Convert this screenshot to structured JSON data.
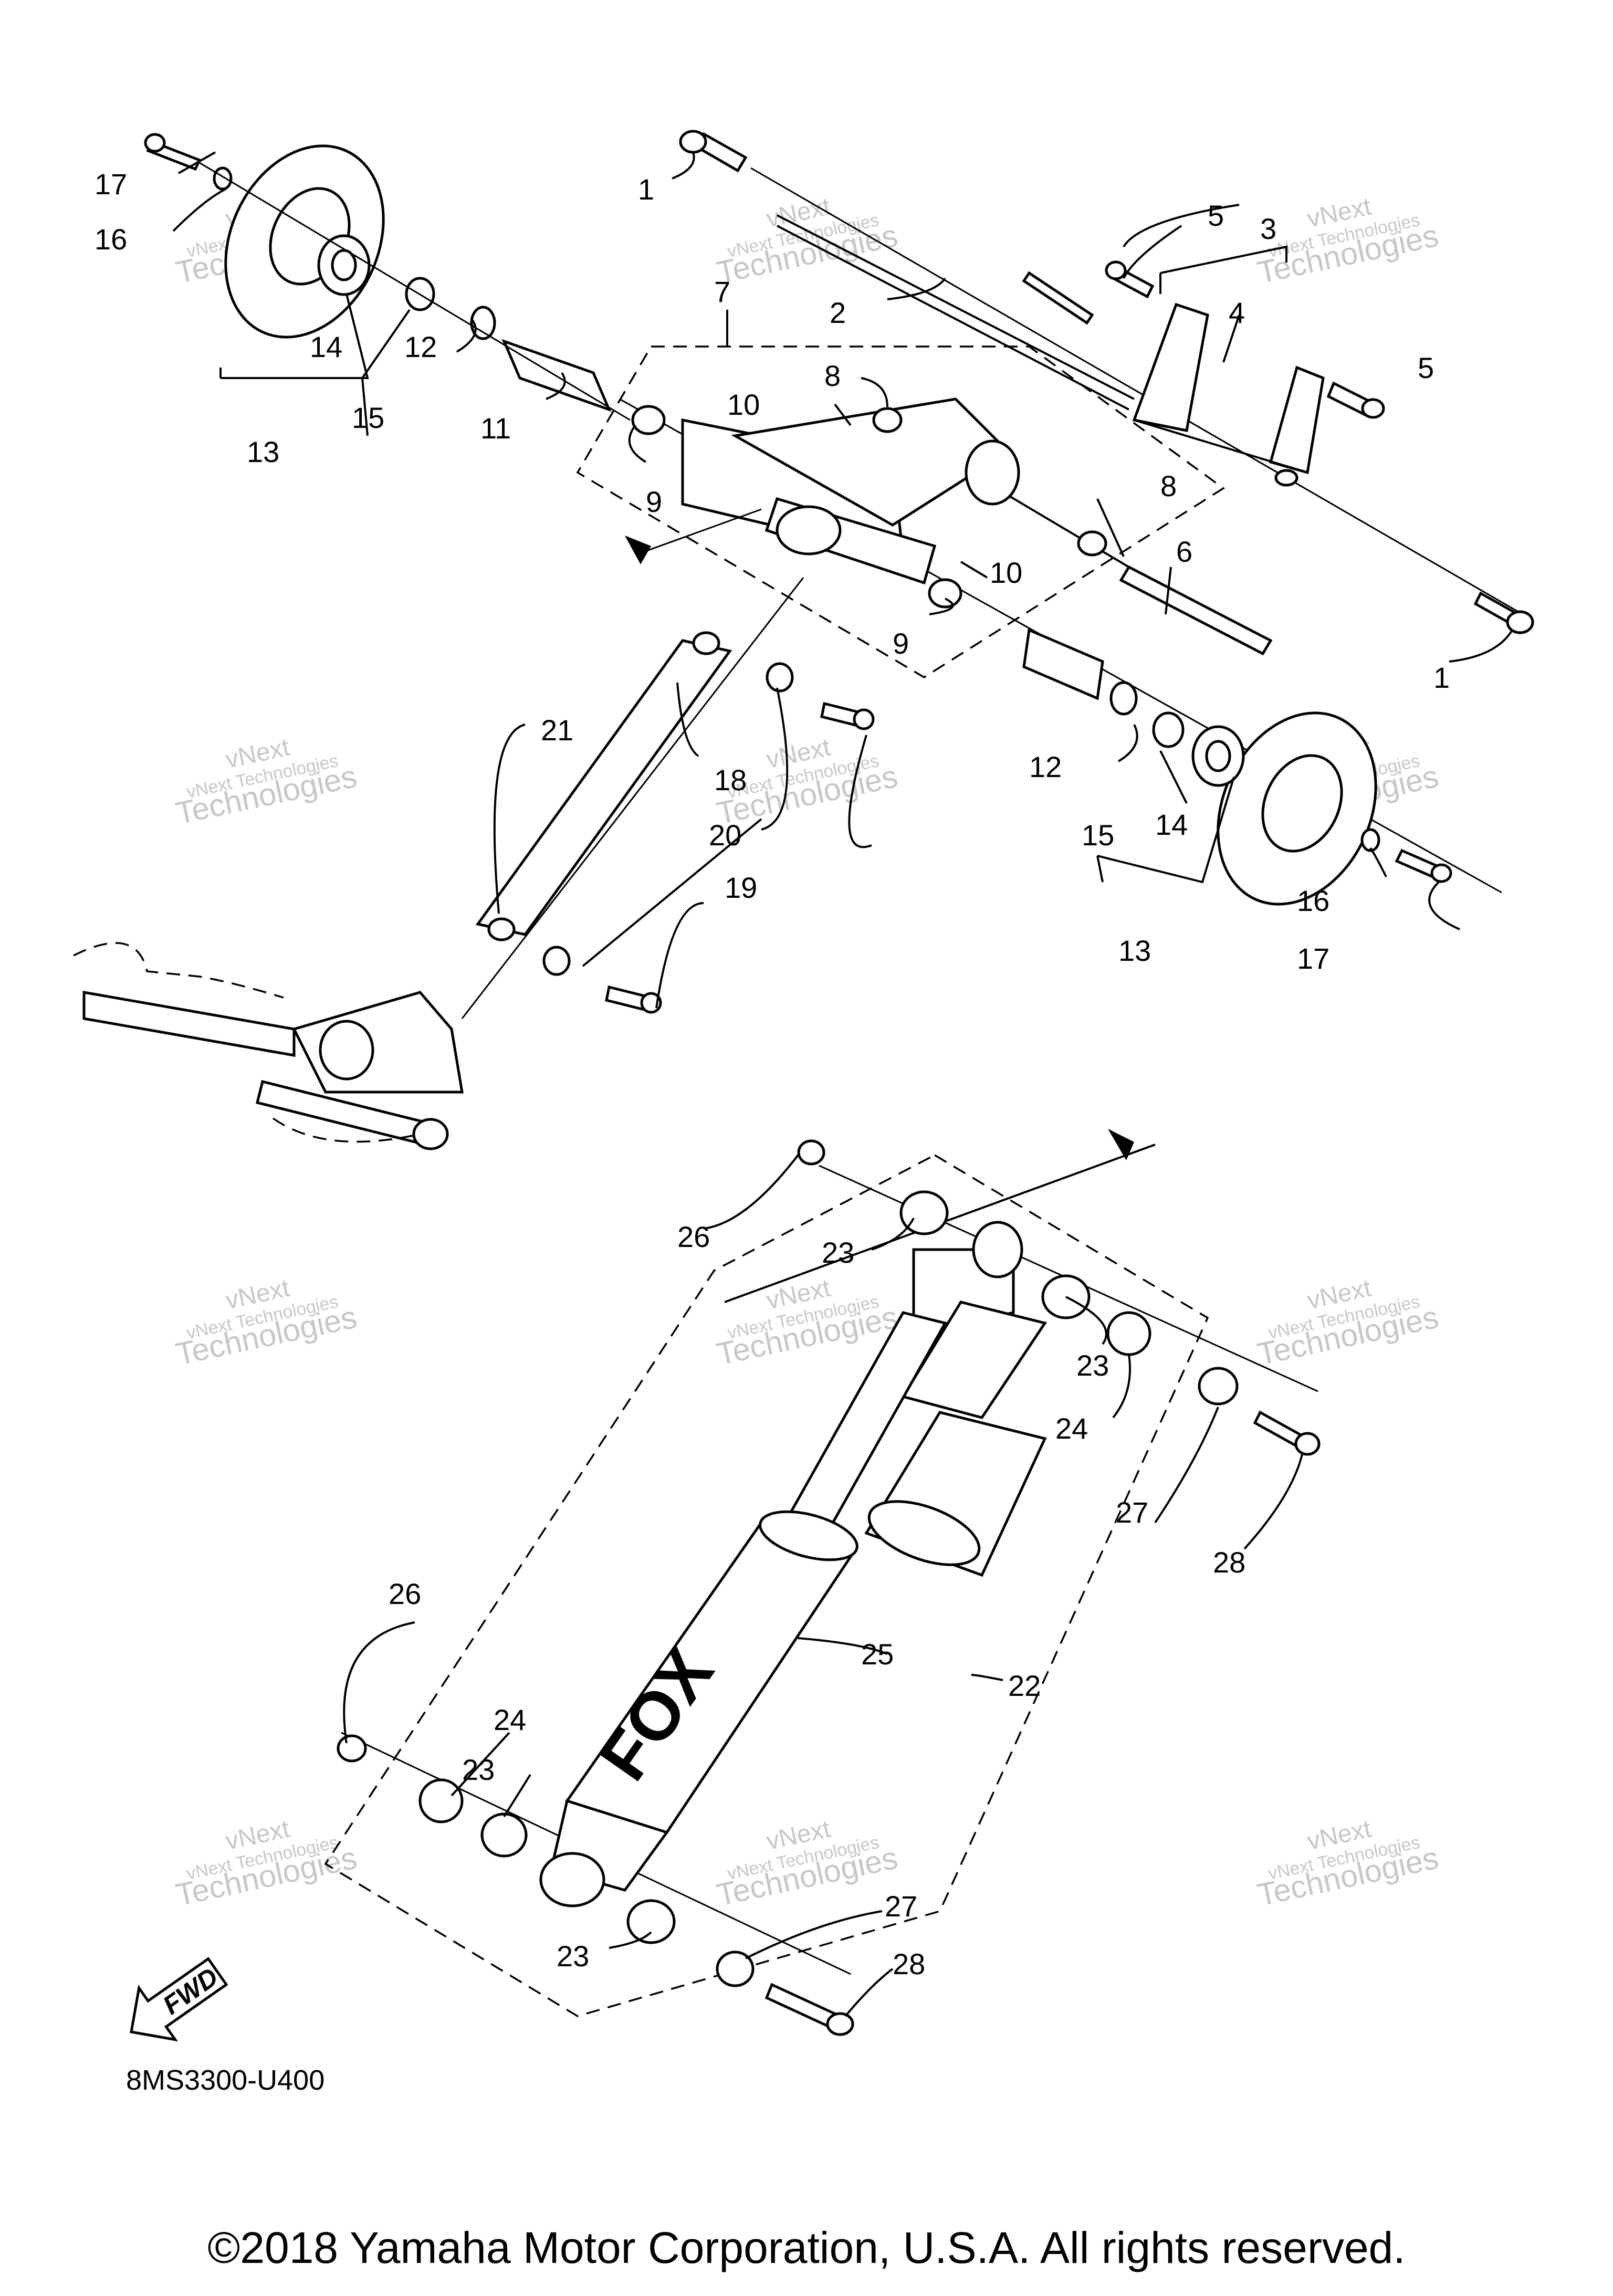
{
  "diagram": {
    "part_code": "8MS3300-U400",
    "copyright": "©2018 Yamaha Motor Corporation, U.S.A. All rights reserved.",
    "fwd_label": "FWD",
    "watermark": {
      "line1": "vNext",
      "line2": "vNext Technologies",
      "line3": "Technologies"
    },
    "callouts": [
      "1",
      "1",
      "2",
      "3",
      "4",
      "5",
      "5",
      "6",
      "7",
      "8",
      "8",
      "9",
      "9",
      "10",
      "10",
      "11",
      "12",
      "12",
      "13",
      "13",
      "14",
      "14",
      "15",
      "15",
      "16",
      "16",
      "17",
      "17",
      "18",
      "19",
      "20",
      "21",
      "22",
      "23",
      "23",
      "23",
      "23",
      "24",
      "24",
      "25",
      "26",
      "26",
      "27",
      "27",
      "28",
      "28"
    ],
    "icons": [
      "arrow-marker-icon",
      "fwd-arrow-icon"
    ]
  }
}
